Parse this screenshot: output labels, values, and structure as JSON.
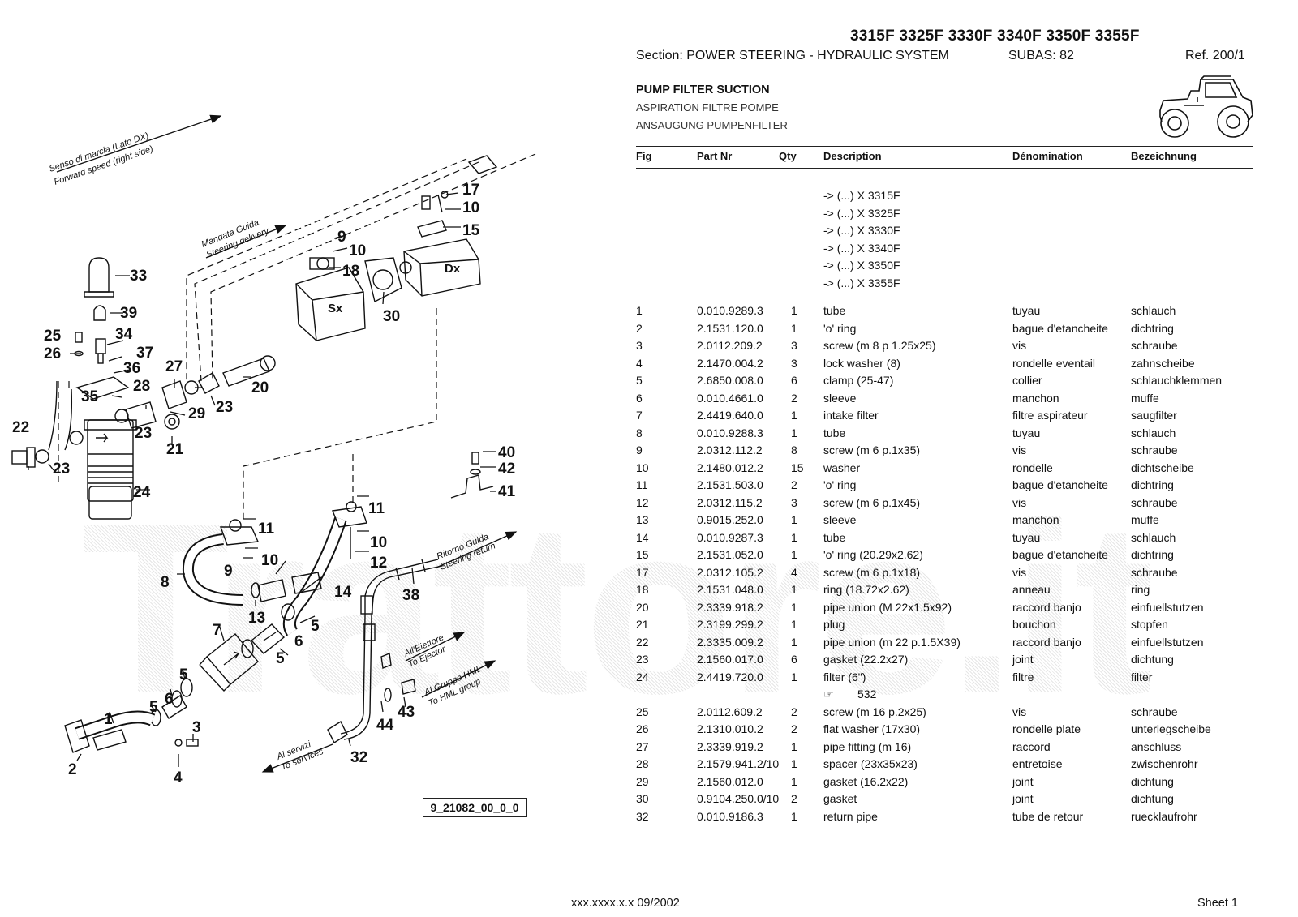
{
  "header": {
    "models": "3315F 3325F 3330F 3340F 3350F 3355F",
    "section": "Section: POWER STEERING - HYDRAULIC SYSTEM",
    "subas": "SUBAS: 82",
    "ref": "Ref. 200/1",
    "title_en": "PUMP FILTER SUCTION",
    "title_fr": "ASPIRATION FILTRE POMPE",
    "title_de": "ANSAUGUNG PUMPENFILTER"
  },
  "table": {
    "columns": [
      "Fig",
      "Part Nr",
      "Qty",
      "Description",
      "Dénomination",
      "Bezeichnung"
    ],
    "applicability": [
      "-> (...) X  3315F",
      "-> (...) X  3325F",
      "-> (...) X  3330F",
      "-> (...) X  3340F",
      "-> (...) X  3350F",
      "-> (...) X  3355F"
    ],
    "rows": [
      [
        "1",
        "0.010.9289.3",
        "1",
        "tube",
        "tuyau",
        "schlauch"
      ],
      [
        "2",
        "2.1531.120.0",
        "1",
        "'o' ring",
        "bague d'etancheite",
        "dichtring"
      ],
      [
        "3",
        "2.0112.209.2",
        "3",
        "screw (m 8 p 1.25x25)",
        "vis",
        "schraube"
      ],
      [
        "4",
        "2.1470.004.2",
        "3",
        "lock washer (8)",
        "rondelle eventail",
        "zahnscheibe"
      ],
      [
        "5",
        "2.6850.008.0",
        "6",
        "clamp (25-47)",
        "collier",
        "schlauchklemmen"
      ],
      [
        "6",
        "0.010.4661.0",
        "2",
        "sleeve",
        "manchon",
        "muffe"
      ],
      [
        "7",
        "2.4419.640.0",
        "1",
        "intake filter",
        "filtre aspirateur",
        "saugfilter"
      ],
      [
        "8",
        "0.010.9288.3",
        "1",
        "tube",
        "tuyau",
        "schlauch"
      ],
      [
        "9",
        "2.0312.112.2",
        "8",
        "screw (m 6 p.1x35)",
        "vis",
        "schraube"
      ],
      [
        "10",
        "2.1480.012.2",
        "15",
        "washer",
        "rondelle",
        "dichtscheibe"
      ],
      [
        "11",
        "2.1531.503.0",
        "2",
        "'o' ring",
        "bague d'etancheite",
        "dichtring"
      ],
      [
        "12",
        "2.0312.115.2",
        "3",
        "screw (m 6 p.1x45)",
        "vis",
        "schraube"
      ],
      [
        "13",
        "0.9015.252.0",
        "1",
        "sleeve",
        "manchon",
        "muffe"
      ],
      [
        "14",
        "0.010.9287.3",
        "1",
        "tube",
        "tuyau",
        "schlauch"
      ],
      [
        "15",
        "2.1531.052.0",
        "1",
        "'o' ring (20.29x2.62)",
        "bague d'etancheite",
        "dichtring"
      ],
      [
        "17",
        "2.0312.105.2",
        "4",
        "screw (m 6 p.1x18)",
        "vis",
        "schraube"
      ],
      [
        "18",
        "2.1531.048.0",
        "1",
        "ring (18.72x2.62)",
        "anneau",
        "ring"
      ],
      [
        "20",
        "2.3339.918.2",
        "1",
        "pipe union (M 22x1.5x92)",
        "raccord banjo",
        "einfuellstutzen"
      ],
      [
        "21",
        "2.3199.299.2",
        "1",
        "plug",
        "bouchon",
        "stopfen"
      ],
      [
        "22",
        "2.3335.009.2",
        "1",
        "pipe union (m 22 p.1.5X39)",
        "raccord banjo",
        "einfuellstutzen"
      ],
      [
        "23",
        "2.1560.017.0",
        "6",
        "gasket (22.2x27)",
        "joint",
        "dichtung"
      ],
      [
        "24",
        "2.4419.720.0",
        "1",
        "filter (6\")",
        "filtre",
        "filter"
      ],
      [
        "25",
        "2.0112.609.2",
        "2",
        "screw (m 16 p.2x25)",
        "vis",
        "schraube"
      ],
      [
        "26",
        "2.1310.010.2",
        "2",
        "flat washer (17x30)",
        "rondelle plate",
        "unterlegscheibe"
      ],
      [
        "27",
        "2.3339.919.2",
        "1",
        "pipe fitting (m 16)",
        "raccord",
        "anschluss"
      ],
      [
        "28",
        "2.1579.941.2/10",
        "1",
        "spacer (23x35x23)",
        "entretoise",
        "zwischenrohr"
      ],
      [
        "29",
        "2.1560.012.0",
        "1",
        "gasket (16.2x22)",
        "joint",
        "dichtung"
      ],
      [
        "30",
        "0.9104.250.0/10",
        "2",
        "gasket",
        "joint",
        "dichtung"
      ],
      [
        "32",
        "0.010.9186.3",
        "1",
        "return pipe",
        "tube de retour",
        "ruecklaufrohr"
      ]
    ],
    "note_symbol": "☞",
    "note_ref": "532"
  },
  "diagram": {
    "ref_box": "9_21082_00_0_0",
    "arrow_texts": {
      "forward_it": "Senso di marcia (Lato DX)",
      "forward_en": "Forward speed (right side)",
      "delivery_it": "Mandata Guida",
      "delivery_en": "Steering delivery",
      "return_it": "Ritorno Guida",
      "return_en": "Steering return",
      "ejector_it": "All'Eiettore",
      "ejector_en": "To Ejector",
      "hml_it": "Al Gruppo HML",
      "hml_en": "To HML group",
      "services_it": "Ai servizi",
      "services_en": "To services"
    },
    "pump_labels": {
      "left": "Sx",
      "right": "Dx"
    },
    "callouts": [
      "1",
      "2",
      "3",
      "4",
      "5",
      "5",
      "5",
      "5",
      "6",
      "6",
      "7",
      "8",
      "9",
      "9",
      "10",
      "10",
      "10",
      "10",
      "11",
      "11",
      "12",
      "13",
      "14",
      "15",
      "17",
      "18",
      "20",
      "21",
      "22",
      "23",
      "23",
      "23",
      "24",
      "25",
      "26",
      "27",
      "28",
      "29",
      "30",
      "32",
      "33",
      "34",
      "35",
      "36",
      "37",
      "38",
      "39",
      "40",
      "41",
      "42",
      "43",
      "44"
    ]
  },
  "footer": {
    "code": "xxx.xxxx.x.x  09/2002",
    "sheet": "Sheet 1"
  },
  "watermark": "Trattore.it"
}
